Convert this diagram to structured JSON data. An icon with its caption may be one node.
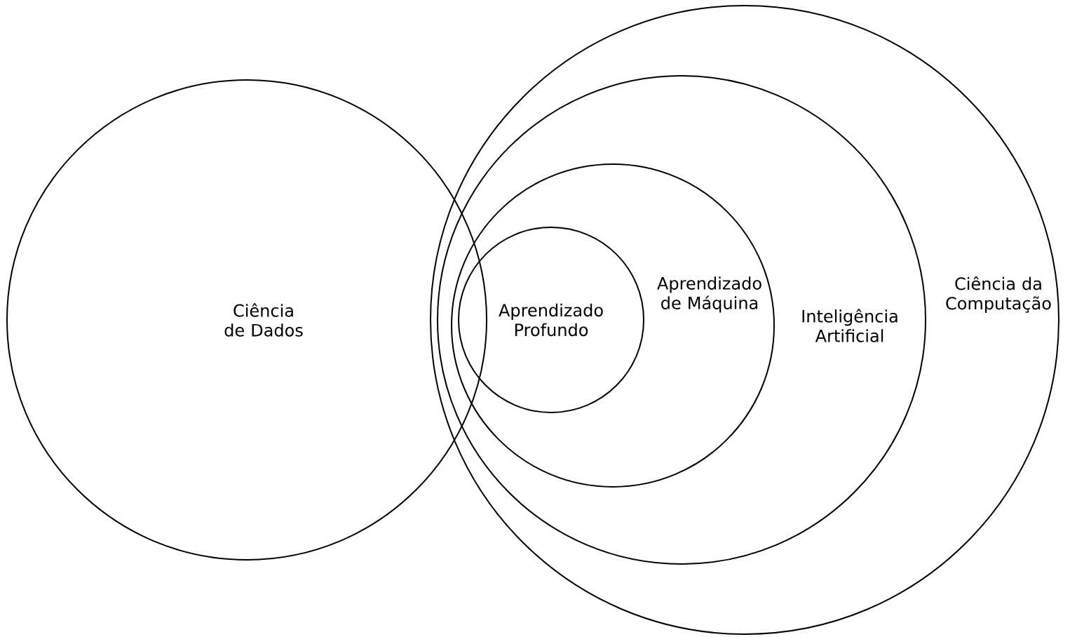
{
  "diagram": {
    "nodes": [
      {
        "text": [
          "Ciência de Dados"
        ]
      },
      {
        "text": [
          "Ciência da Computação"
        ]
      },
      {
        "text": [
          "Inteligência Artificial"
        ],
        "in": 1
      },
      {
        "text": [
          "Aprendizado de Máquina"
        ],
        "in": 2
      },
      {
        "text": [
          "Aprendizado Profundo"
        ],
        "in": 3
      }
    ]
  }
}
